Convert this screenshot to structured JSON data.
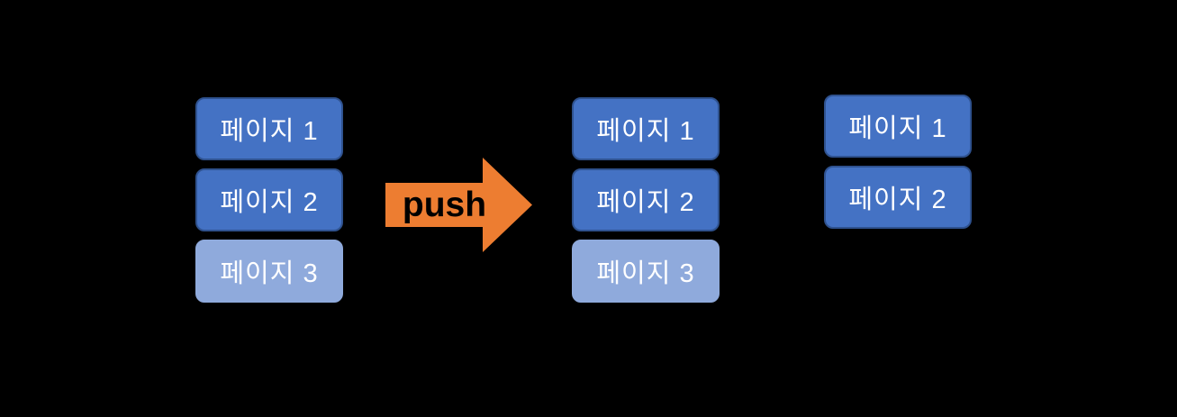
{
  "colors": {
    "background": "#000000",
    "box_fill": "#4472C4",
    "box_border": "#2F528F",
    "box_fill_light": "#8FAADC",
    "arrow_fill": "#ED7D31",
    "box_text": "#FFFFFF",
    "arrow_text": "#000000"
  },
  "arrow": {
    "label": "push",
    "direction": "right"
  },
  "stacks": [
    {
      "name": "left",
      "boxes": [
        {
          "label": "페이지 1",
          "variant": "solid"
        },
        {
          "label": "페이지 2",
          "variant": "solid"
        },
        {
          "label": "페이지 3",
          "variant": "light"
        }
      ]
    },
    {
      "name": "middle",
      "boxes": [
        {
          "label": "페이지 1",
          "variant": "solid"
        },
        {
          "label": "페이지 2",
          "variant": "solid"
        },
        {
          "label": "페이지 3",
          "variant": "light"
        }
      ]
    },
    {
      "name": "right",
      "boxes": [
        {
          "label": "페이지 1",
          "variant": "solid"
        },
        {
          "label": "페이지 2",
          "variant": "solid"
        }
      ]
    }
  ]
}
